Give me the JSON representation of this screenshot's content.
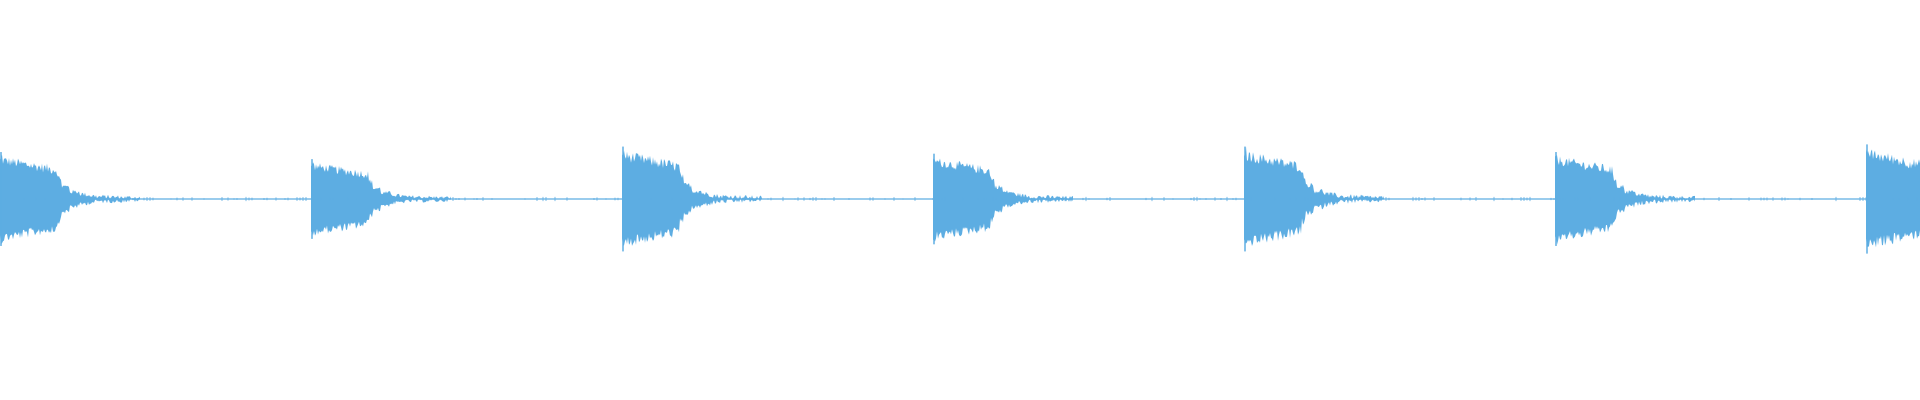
{
  "waveform": {
    "color": "#5dade2",
    "background": "#ffffff",
    "onset_count": 7,
    "onsets_fraction": [
      0.0,
      0.162,
      0.324,
      0.486,
      0.648,
      0.81,
      0.972
    ],
    "peak_amplitudes": [
      0.86,
      0.73,
      0.96,
      0.83,
      0.96,
      0.86,
      1.0
    ]
  }
}
